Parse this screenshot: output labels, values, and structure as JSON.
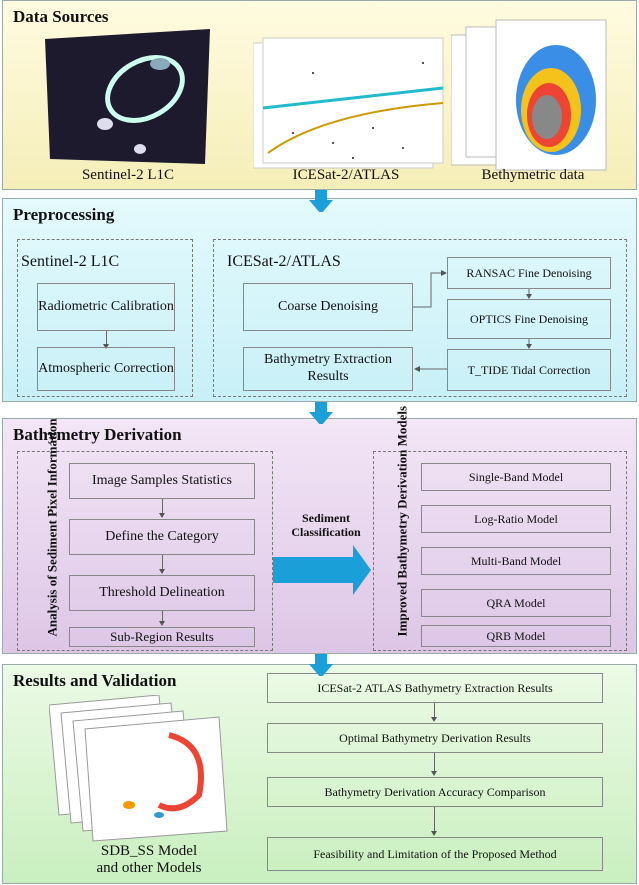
{
  "data_sources": {
    "title": "Data Sources",
    "captions": [
      "Sentinel-2 L1C",
      "ICESat-2/ATLAS",
      "Bethymetric data"
    ]
  },
  "preprocessing": {
    "title": "Preprocessing",
    "sentinel": {
      "label": "Sentinel-2 L1C",
      "steps": [
        "Radiometric Calibration",
        "Atmospheric Correction"
      ]
    },
    "icesat": {
      "label": "ICESat-2/ATLAS",
      "coarse": "Coarse Denoising",
      "results": "Bathymetry Extraction Results",
      "fine": [
        "RANSAC Fine Denoising",
        "OPTICS Fine Denoising",
        "T_TIDE Tidal Correction"
      ]
    }
  },
  "derivation": {
    "title": "Bathymetry Derivation",
    "left_label": "Analysis of Sediment Pixel Information",
    "steps": [
      "Image Samples Statistics",
      "Define the Category",
      "Threshold Delineation",
      "Sub-Region Results"
    ],
    "arrow_label": "Sediment Classification",
    "right_label": "Improved Bathymetry Derivation Models",
    "models": [
      "Single-Band Model",
      "Log-Ratio  Model",
      "Multi-Band  Model",
      "QRA  Model",
      "QRB  Model"
    ]
  },
  "results": {
    "title": "Results and Validation",
    "caption": "SDB_SS Model and other Models",
    "steps": [
      "ICESat-2 ATLAS Bathymetry Extraction Results",
      "Optimal Bathymetry Derivation Results",
      "Bathymetry Derivation Accuracy Comparison",
      "Feasibility and Limitation of the Proposed Method"
    ]
  },
  "colors": {
    "arrow": "#1a9fd8"
  }
}
